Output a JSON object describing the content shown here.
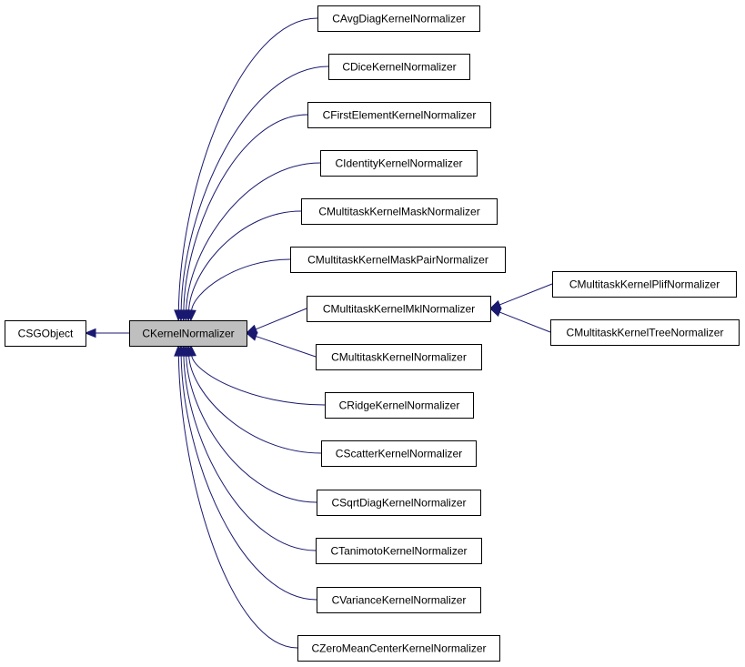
{
  "diagram": {
    "edge_color": "#191970",
    "highlight_fill": "#bfbfbf",
    "nodes": [
      {
        "id": "csgobject",
        "label": "CSGObject"
      },
      {
        "id": "ckernelnormalizer",
        "label": "CKernelNormalizer",
        "highlight": true
      },
      {
        "id": "cavgdiag",
        "label": "CAvgDiagKernelNormalizer"
      },
      {
        "id": "cdice",
        "label": "CDiceKernelNormalizer"
      },
      {
        "id": "cfirstelement",
        "label": "CFirstElementKernelNormalizer"
      },
      {
        "id": "cidentity",
        "label": "CIdentityKernelNormalizer"
      },
      {
        "id": "cmtmask",
        "label": "CMultitaskKernelMaskNormalizer"
      },
      {
        "id": "cmtmaskpair",
        "label": "CMultitaskKernelMaskPairNormalizer"
      },
      {
        "id": "cmtmkl",
        "label": "CMultitaskKernelMklNormalizer"
      },
      {
        "id": "cmt",
        "label": "CMultitaskKernelNormalizer"
      },
      {
        "id": "cridge",
        "label": "CRidgeKernelNormalizer"
      },
      {
        "id": "cscatter",
        "label": "CScatterKernelNormalizer"
      },
      {
        "id": "csqrtdiag",
        "label": "CSqrtDiagKernelNormalizer"
      },
      {
        "id": "ctanimoto",
        "label": "CTanimotoKernelNormalizer"
      },
      {
        "id": "cvariance",
        "label": "CVarianceKernelNormalizer"
      },
      {
        "id": "czeromean",
        "label": "CZeroMeanCenterKernelNormalizer"
      },
      {
        "id": "cmtplif",
        "label": "CMultitaskKernelPlifNormalizer"
      },
      {
        "id": "cmttree",
        "label": "CMultitaskKernelTreeNormalizer"
      }
    ],
    "edges": [
      {
        "from": "ckernelnormalizer",
        "to": "csgobject"
      },
      {
        "from": "cavgdiag",
        "to": "ckernelnormalizer"
      },
      {
        "from": "cdice",
        "to": "ckernelnormalizer"
      },
      {
        "from": "cfirstelement",
        "to": "ckernelnormalizer"
      },
      {
        "from": "cidentity",
        "to": "ckernelnormalizer"
      },
      {
        "from": "cmtmask",
        "to": "ckernelnormalizer"
      },
      {
        "from": "cmtmaskpair",
        "to": "ckernelnormalizer"
      },
      {
        "from": "cmtmkl",
        "to": "ckernelnormalizer"
      },
      {
        "from": "cmt",
        "to": "ckernelnormalizer"
      },
      {
        "from": "cridge",
        "to": "ckernelnormalizer"
      },
      {
        "from": "cscatter",
        "to": "ckernelnormalizer"
      },
      {
        "from": "csqrtdiag",
        "to": "ckernelnormalizer"
      },
      {
        "from": "ctanimoto",
        "to": "ckernelnormalizer"
      },
      {
        "from": "cvariance",
        "to": "ckernelnormalizer"
      },
      {
        "from": "czeromean",
        "to": "ckernelnormalizer"
      },
      {
        "from": "cmtplif",
        "to": "cmtmkl"
      },
      {
        "from": "cmttree",
        "to": "cmtmkl"
      }
    ]
  }
}
